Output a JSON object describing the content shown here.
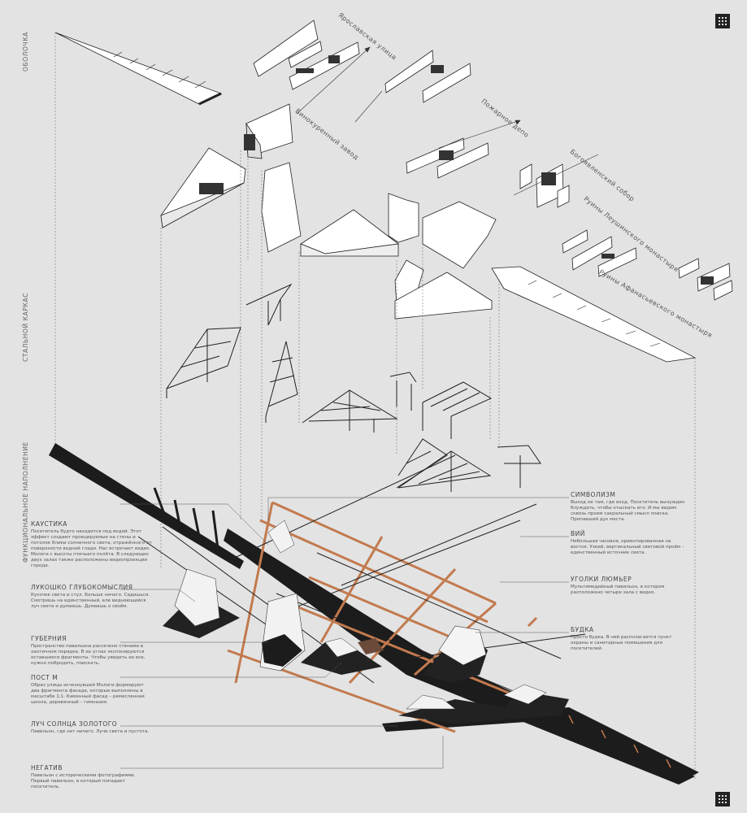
{
  "side_labels": {
    "shell": "ОБОЛОЧКА",
    "frame": "СТАЛЬНОЙ КАРКАС",
    "function": "ФУНКЦИОНАЛЬНОЕ НАПОЛНЕНИЕ"
  },
  "place_labels": {
    "yaroslavskaya": "Ярославская улица",
    "vinokurenny": "Винокуренный завод",
    "pozharnoe": "Пожарное депо",
    "bogoyavlensky": "Богоявленский собор",
    "ruiny_leushinskogo": "Руины Леушинского монастыря",
    "ruiny_afanasievskogo": "Руины Афанасьевского монастыря"
  },
  "annotations_left": [
    {
      "title": "КАУСТИКА",
      "desc": "Посетитель будто находится под водой. Этот эффект создают проецируемые на стены и потолок блики солнечного света, отражённого от поверхности водной глади. Нас встречает видео Мологи с высоты птичьего полёта. В следующих двух залах также расположены видеопроекции города."
    },
    {
      "title": "ЛУКОШКО ГЛУБОКОМЫСЛИЯ",
      "desc": "Кусочек света и стул. Больше ничего. Садишься. Смотришь на единственный, еле виднеющийся луч света и думаешь. Думаешь о своём."
    },
    {
      "title": "ГУБЕРНИЯ",
      "desc": "Пространство павильона рассечено стенами в хаотичном порядке. В их углах экспонируются оставшиеся фрагменты. Чтобы увидеть их все, нужно побродить, поискать."
    },
    {
      "title": "ПОСТ М",
      "desc": "Образ улицы исчезнувшей Мологи формируют два фрагмента фасада, которые выполнены в масштабе 1:1. Каменный фасад – ремесленная школа, деревянный – гимназия."
    },
    {
      "title": "ЛУЧ СОЛНЦА ЗОЛОТОГО",
      "desc": "Павильон, где нет ничего. Лучи света и пустота."
    },
    {
      "title": "НЕГАТИВ",
      "desc": "Павильон с историческими фотографиями. Первый павильон, в который попадает посетитель."
    }
  ],
  "annotations_right": [
    {
      "title": "СИМВОЛИЗМ",
      "desc": "Выход не там, где вход. Посетитель вынужден блуждать, чтобы отыскать его. И мы видим сквозь проем сакральный смысл поиска. Пропавший дух места."
    },
    {
      "title": "ВИЙ",
      "desc": "Небольшая часовня, ориентированная на восток. Узкий, вертикальный световой проём – единственный источник света."
    },
    {
      "title": "УГОЛКИ ЛЮМЬЕР",
      "desc": "Мультимедийный павильон, в котором расположено четыре зала с видео."
    },
    {
      "title": "БУДКА",
      "desc": "Просто будка. В ней располагается пункт охраны и санитарные помещения для посетителей."
    }
  ],
  "colors": {
    "background": "#e3e3e3",
    "walkway": "#c27a4e",
    "dark": "#1c1c1c"
  }
}
